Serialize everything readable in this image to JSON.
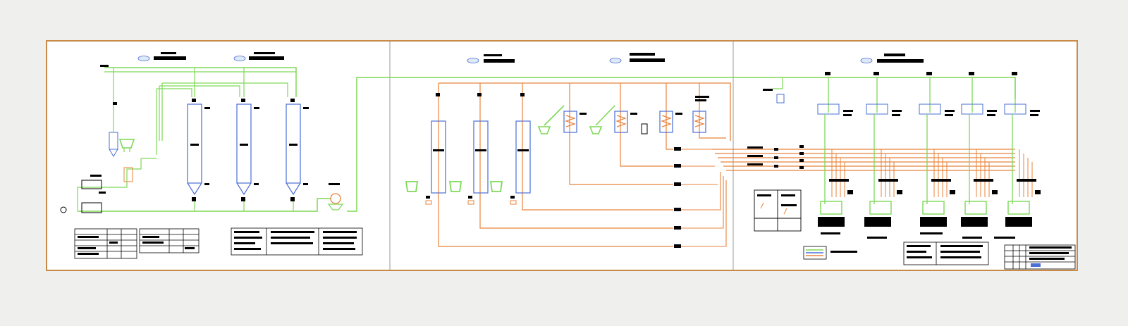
{
  "colors": {
    "background": "#efefed",
    "sheet": "#ffffff",
    "sheet_border": "#c98a4a",
    "air_line": "#7ed957",
    "product_line": "#e8833a",
    "vessel": "#4a6fd6",
    "ink": "#000000"
  },
  "sheet": {
    "panels": [
      "left",
      "middle",
      "right"
    ]
  },
  "legend": {
    "visible": true
  },
  "title_block": {
    "visible": true
  }
}
